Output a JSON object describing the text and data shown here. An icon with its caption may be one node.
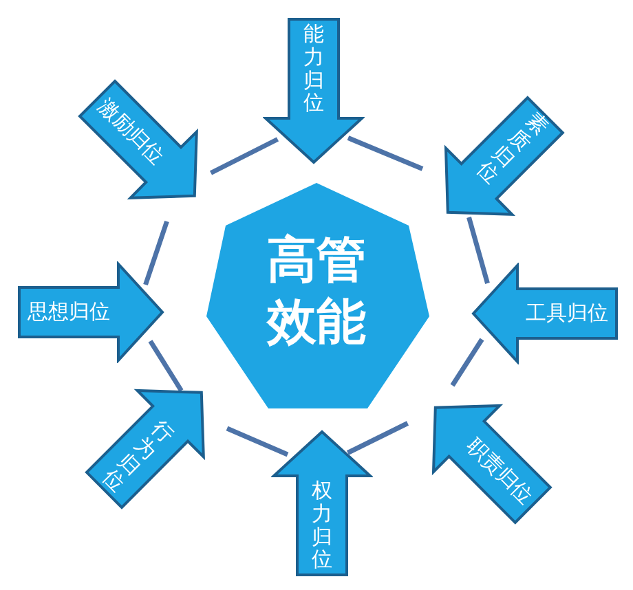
{
  "diagram": {
    "nodes": [
      {
        "text": [
          "高管效能"
        ]
      },
      {
        "text": [
          "能力归位"
        ]
      },
      {
        "text": [
          "素质归位"
        ]
      },
      {
        "text": [
          "工具归位"
        ]
      },
      {
        "text": [
          "职责归位"
        ]
      },
      {
        "text": [
          "权力归位"
        ]
      },
      {
        "text": [
          "行为归位"
        ]
      },
      {
        "text": [
          "思想归位"
        ]
      },
      {
        "text": [
          "激励归位"
        ]
      }
    ],
    "edges": [
      {
        "from": 1,
        "to": 2,
        "arrow": "none"
      },
      {
        "from": 2,
        "to": 3,
        "arrow": "none"
      },
      {
        "from": 3,
        "to": 4,
        "arrow": "none"
      },
      {
        "from": 4,
        "to": 5,
        "arrow": "none"
      },
      {
        "from": 5,
        "to": 6,
        "arrow": "none"
      },
      {
        "from": 6,
        "to": 7,
        "arrow": "none"
      },
      {
        "from": 7,
        "to": 8,
        "arrow": "none"
      },
      {
        "from": 8,
        "to": 1,
        "arrow": "none"
      }
    ]
  }
}
